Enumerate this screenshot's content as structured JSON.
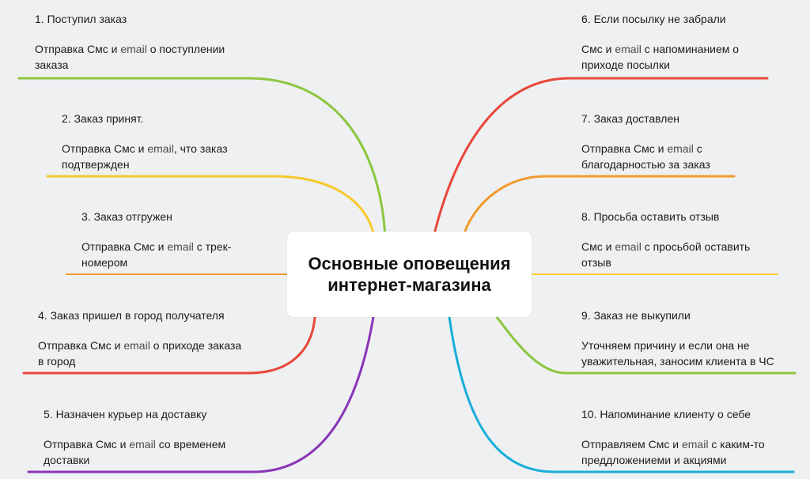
{
  "center": {
    "title": "Основные оповещения интернет-магазина"
  },
  "email_word": "email",
  "colors": {
    "green": "#8dc63f",
    "yellow": "#f7c82a",
    "orange": "#f39a2d",
    "red": "#e8483a",
    "purple": "#8a35b8",
    "cyan": "#19aed8"
  },
  "nodes": [
    {
      "title": "1. Поступил заказ",
      "desc_before": "Отправка Смс и ",
      "desc_after": " о поступлении заказа",
      "color": "green"
    },
    {
      "title": "2. Заказ принят.",
      "desc_before": "Отправка Смс и ",
      "desc_after": ", что заказ подтвержден",
      "color": "yellow"
    },
    {
      "title": "3. Заказ отгружен",
      "desc_before": "Отправка Смс и ",
      "desc_after": " с трек-номером",
      "color": "orange"
    },
    {
      "title": "4. Заказ пришел в город получателя",
      "desc_before": "Отправка Смс и ",
      "desc_after": " о приходе заказа в город",
      "color": "red"
    },
    {
      "title": "5. Назначен курьер на доставку",
      "desc_before": "Отправка Смс и ",
      "desc_after": " со временем доставки",
      "color": "purple"
    },
    {
      "title": "6. Если посылку не забрали",
      "desc_before": "Смс и ",
      "desc_after": " с напоминанием о приходе посылки",
      "color": "red"
    },
    {
      "title": "7. Заказ доставлен",
      "desc_before": "Отправка Смс и ",
      "desc_after": " с благодарностью за заказ",
      "color": "orange"
    },
    {
      "title": "8. Просьба оставить отзыв",
      "desc_before": "Смс и ",
      "desc_after": " с просьбой оставить отзыв",
      "color": "yellow"
    },
    {
      "title": "9. Заказ не выкупили",
      "desc_before": "Уточняем причину и если она не уважительная, заносим клиента в ЧС",
      "desc_after": "",
      "color": "green"
    },
    {
      "title": "10. Напоминание клиенту о себе",
      "desc_before": "Отправляем Смс и ",
      "desc_after": " с каким-то преддложениеми и акциями",
      "color": "cyan"
    }
  ]
}
